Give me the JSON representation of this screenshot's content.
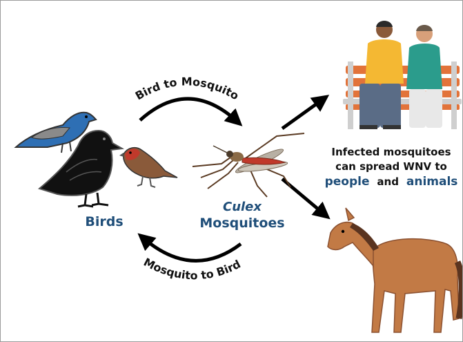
{
  "labels": {
    "bird_to_mosquito": "Bird to Mosquito",
    "mosquito_to_bird": "Mosquito to Bird",
    "birds": "Birds",
    "culex": "Culex",
    "mosquitoes": "Mosquitoes",
    "infected_line1": "Infected mosquitoes",
    "infected_line2": "can spread WNV to",
    "people": "people",
    "and": "and",
    "animals": "animals"
  },
  "colors": {
    "accent_blue": "#1f4e79",
    "arrow": "#000000",
    "bench_wood": "#e2733a",
    "horse_body": "#c27a45"
  }
}
